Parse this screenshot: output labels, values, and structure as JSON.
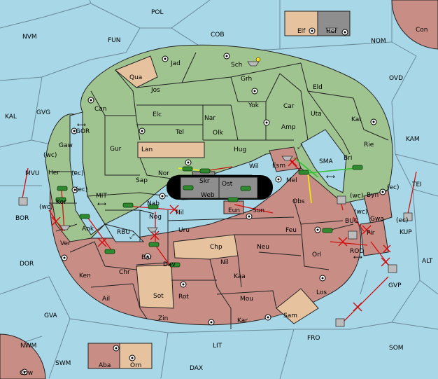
{
  "provinces": {
    "POL": "POL",
    "COB": "COB",
    "FUN": "FUN",
    "NVM": "NVM",
    "NOM": "NOM",
    "Con": "Con",
    "Elf": "Elf",
    "Hel": "Hel",
    "Jad": "Jad",
    "Sch": "Sch",
    "Qua": "Qua",
    "Jos": "Jos",
    "Grh": "Grh",
    "Eld": "Eld",
    "OVD": "OVD",
    "Can": "Can",
    "Yok": "Yok",
    "Car": "Car",
    "Uta": "Uta",
    "Kat": "Kat",
    "KAL": "KAL",
    "GVG": "GVG",
    "Elc": "Elc",
    "Nar": "Nar",
    "Amp": "Amp",
    "KAM": "KAM",
    "Tel": "Tel",
    "Olk": "Olk",
    "GOR": "GOR",
    "Gaw": "Gaw",
    "Gur": "Gur",
    "Lan": "Lan",
    "Hug": "Hug",
    "Rie": "Rie",
    "Bri": "Bri",
    "SMA": "SMA",
    "Esm": "Esm",
    "Wil": "Wil",
    "Skr": "Skr",
    "Nor": "Nor",
    "wc1": "(wc)",
    "ec1": "(ec)",
    "Her": "Her",
    "MVU": "MVU",
    "Sap": "Sap",
    "Ost": "Ost",
    "Web": "Web",
    "Mel": "Mel",
    "Byn": "Byn",
    "ec2": "(ec)",
    "TEI": "TEI",
    "ec3": "(ec)",
    "MIT": "MIT",
    "Kor": "Kor",
    "wc2": "(wc)",
    "BOR": "BOR",
    "Nab": "Nab",
    "Eun": "Eun",
    "Sun": "Sun",
    "Obs": "Obs",
    "wc3": "(wc)",
    "Hil": "Hil",
    "Gwa": "Gwa",
    "KUP": "KUP",
    "ec4": "(ec)",
    "BUC": "BUC",
    "wc4": "(wc)",
    "Ank": "Ank",
    "RBU": "RBU",
    "Nog": "Nog",
    "Uru": "Uru",
    "Feu": "Feu",
    "Pir": "Pir",
    "Ver": "Ver",
    "Chp": "Chp",
    "Neu": "Neu",
    "ROD": "ROD",
    "Orl": "Orl",
    "DOR": "DOR",
    "Bar": "Bar",
    "Nil": "Nil",
    "ALT": "ALT",
    "Dav": "Dav",
    "Ken": "Ken",
    "Chr": "Chr",
    "Kaa": "Kaa",
    "GVP": "GVP",
    "Sot": "Sot",
    "Ail": "Ail",
    "Rot": "Rot",
    "Mou": "Mou",
    "Los": "Los",
    "GVA": "GVA",
    "Sam": "Sam",
    "Zin": "Zin",
    "Kar": "Kar",
    "FRO": "FRO",
    "LIT": "LIT",
    "SOM": "SOM",
    "NWM": "NWM",
    "SWM": "SWM",
    "Aba": "Aba",
    "Orn": "Orn",
    "DAX": "DAX",
    "Cow": "Cow"
  },
  "arrows": {
    "canal": "⟷",
    "diag": "⤢"
  }
}
